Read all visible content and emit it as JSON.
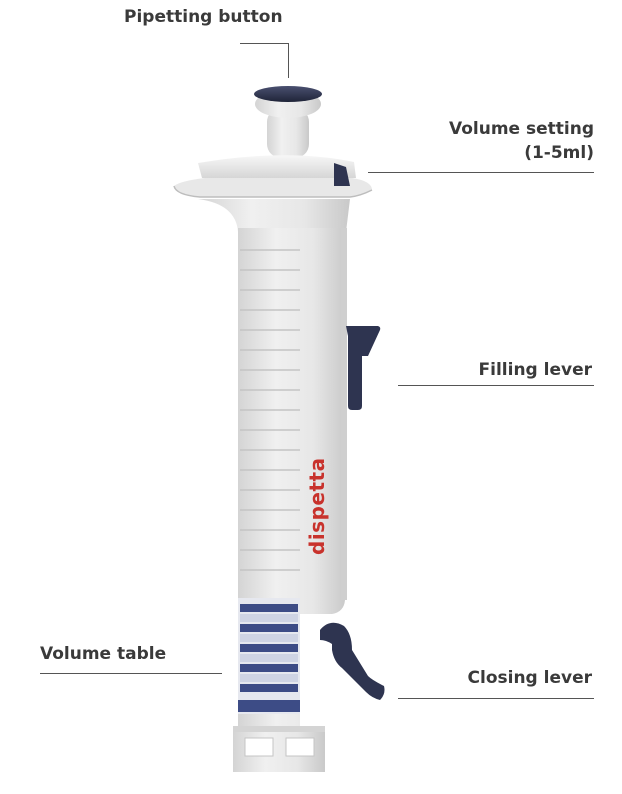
{
  "labels": {
    "pipetting_button": "Pipetting button",
    "volume_setting_line1": "Volume setting",
    "volume_setting_line2": "(1-5ml)",
    "filling_lever": "Filling lever",
    "volume_table": "Volume table",
    "closing_lever": "Closing lever"
  },
  "brand": "dispetta",
  "colors": {
    "body": "#e9e9e9",
    "lever": "#2e3450",
    "brand": "#c8322c",
    "table_band": "#3d4c86",
    "label_text": "#3a3a3a"
  }
}
